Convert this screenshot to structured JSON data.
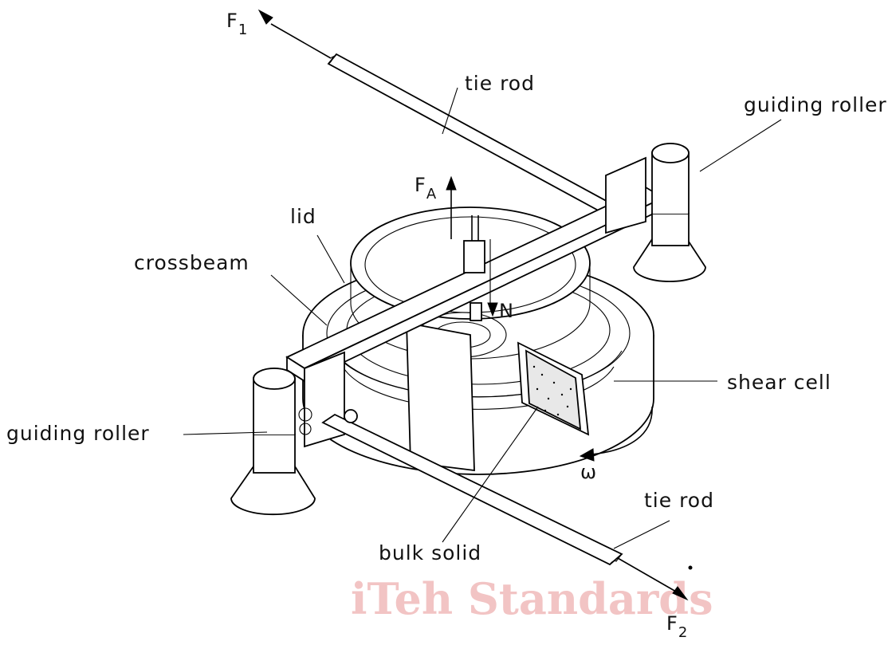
{
  "labels": {
    "tie_rod_top": "tie rod",
    "tie_rod_bottom": "tie rod",
    "guiding_roller_right": "guiding roller",
    "guiding_roller_left": "guiding roller",
    "lid": "lid",
    "crossbeam": "crossbeam",
    "shear_cell": "shear cell",
    "bulk_solid": "bulk solid"
  },
  "symbols": {
    "f1_letter": "F",
    "f1_sub": "1",
    "f2_letter": "F",
    "f2_sub": "2",
    "fa_letter": "F",
    "fa_sub": "A",
    "n": "N",
    "omega": "ω"
  },
  "watermark": "iTeh Standards"
}
